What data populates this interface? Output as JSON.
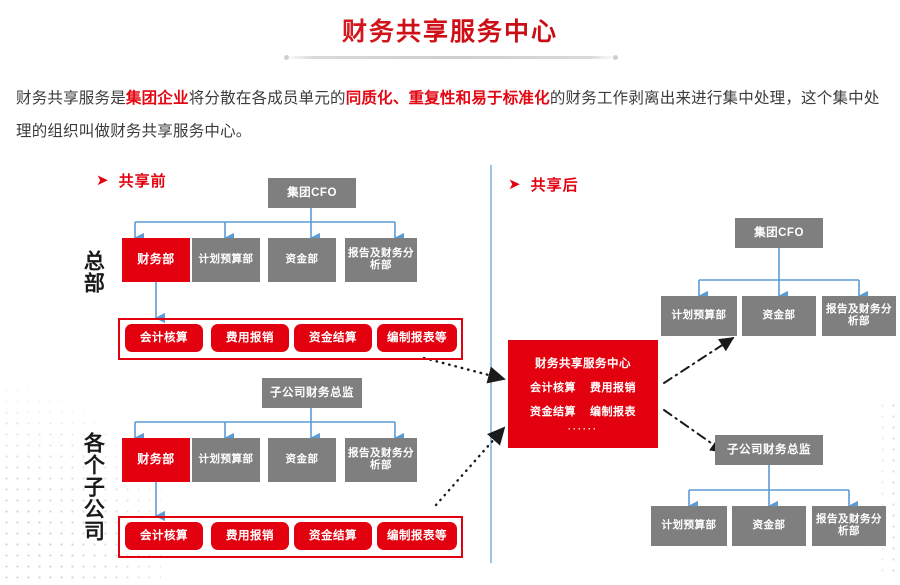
{
  "header": {
    "title": "财务共享服务中心"
  },
  "intro": {
    "seg1": "财务共享服务是",
    "hl1": "集团企业",
    "seg2": "将分散在各成员单元的",
    "hl2": "同质化、重复性和易于标准化",
    "seg3": "的财务工作剥离出来进行集中处理，这个集中处理的组织叫做财务共享服务中心。"
  },
  "diagram": {
    "before": {
      "bullet_arrow": "➤",
      "bullet_label": "共享前",
      "hq_label": "总部",
      "sub_label": "各个子公司",
      "hq_tree": {
        "root": "集团CFO",
        "children": [
          "财务部",
          "计划预算部",
          "资金部",
          "报告及财务分析部"
        ]
      },
      "hq_tasks": [
        "会计核算",
        "费用报销",
        "资金结算",
        "编制报表等"
      ],
      "sub_tree": {
        "root": "子公司财务总监",
        "children": [
          "财务部",
          "计划预算部",
          "资金部",
          "报告及财务分析部"
        ]
      },
      "sub_tasks": [
        "会计核算",
        "费用报销",
        "资金结算",
        "编制报表等"
      ]
    },
    "after": {
      "bullet_arrow": "➤",
      "bullet_label": "共享后",
      "hq_tree": {
        "root": "集团CFO",
        "children": [
          "计划预算部",
          "资金部",
          "报告及财务分析部"
        ]
      },
      "sub_tree": {
        "root": "子公司财务总监",
        "children": [
          "计划预算部",
          "资金部",
          "报告及财务分析部"
        ]
      }
    },
    "hub": {
      "title": "财务共享服务中心",
      "row1": [
        "会计核算",
        "费用报销"
      ],
      "row2": [
        "资金结算",
        "编制报表"
      ],
      "dots": "······"
    }
  },
  "colors": {
    "brand_red": "#e3000f",
    "node_gray": "#7f7f7f",
    "connector_blue": "#5b9bd5",
    "divider_blue": "#9ec4e3",
    "title_red": "#d01018"
  }
}
